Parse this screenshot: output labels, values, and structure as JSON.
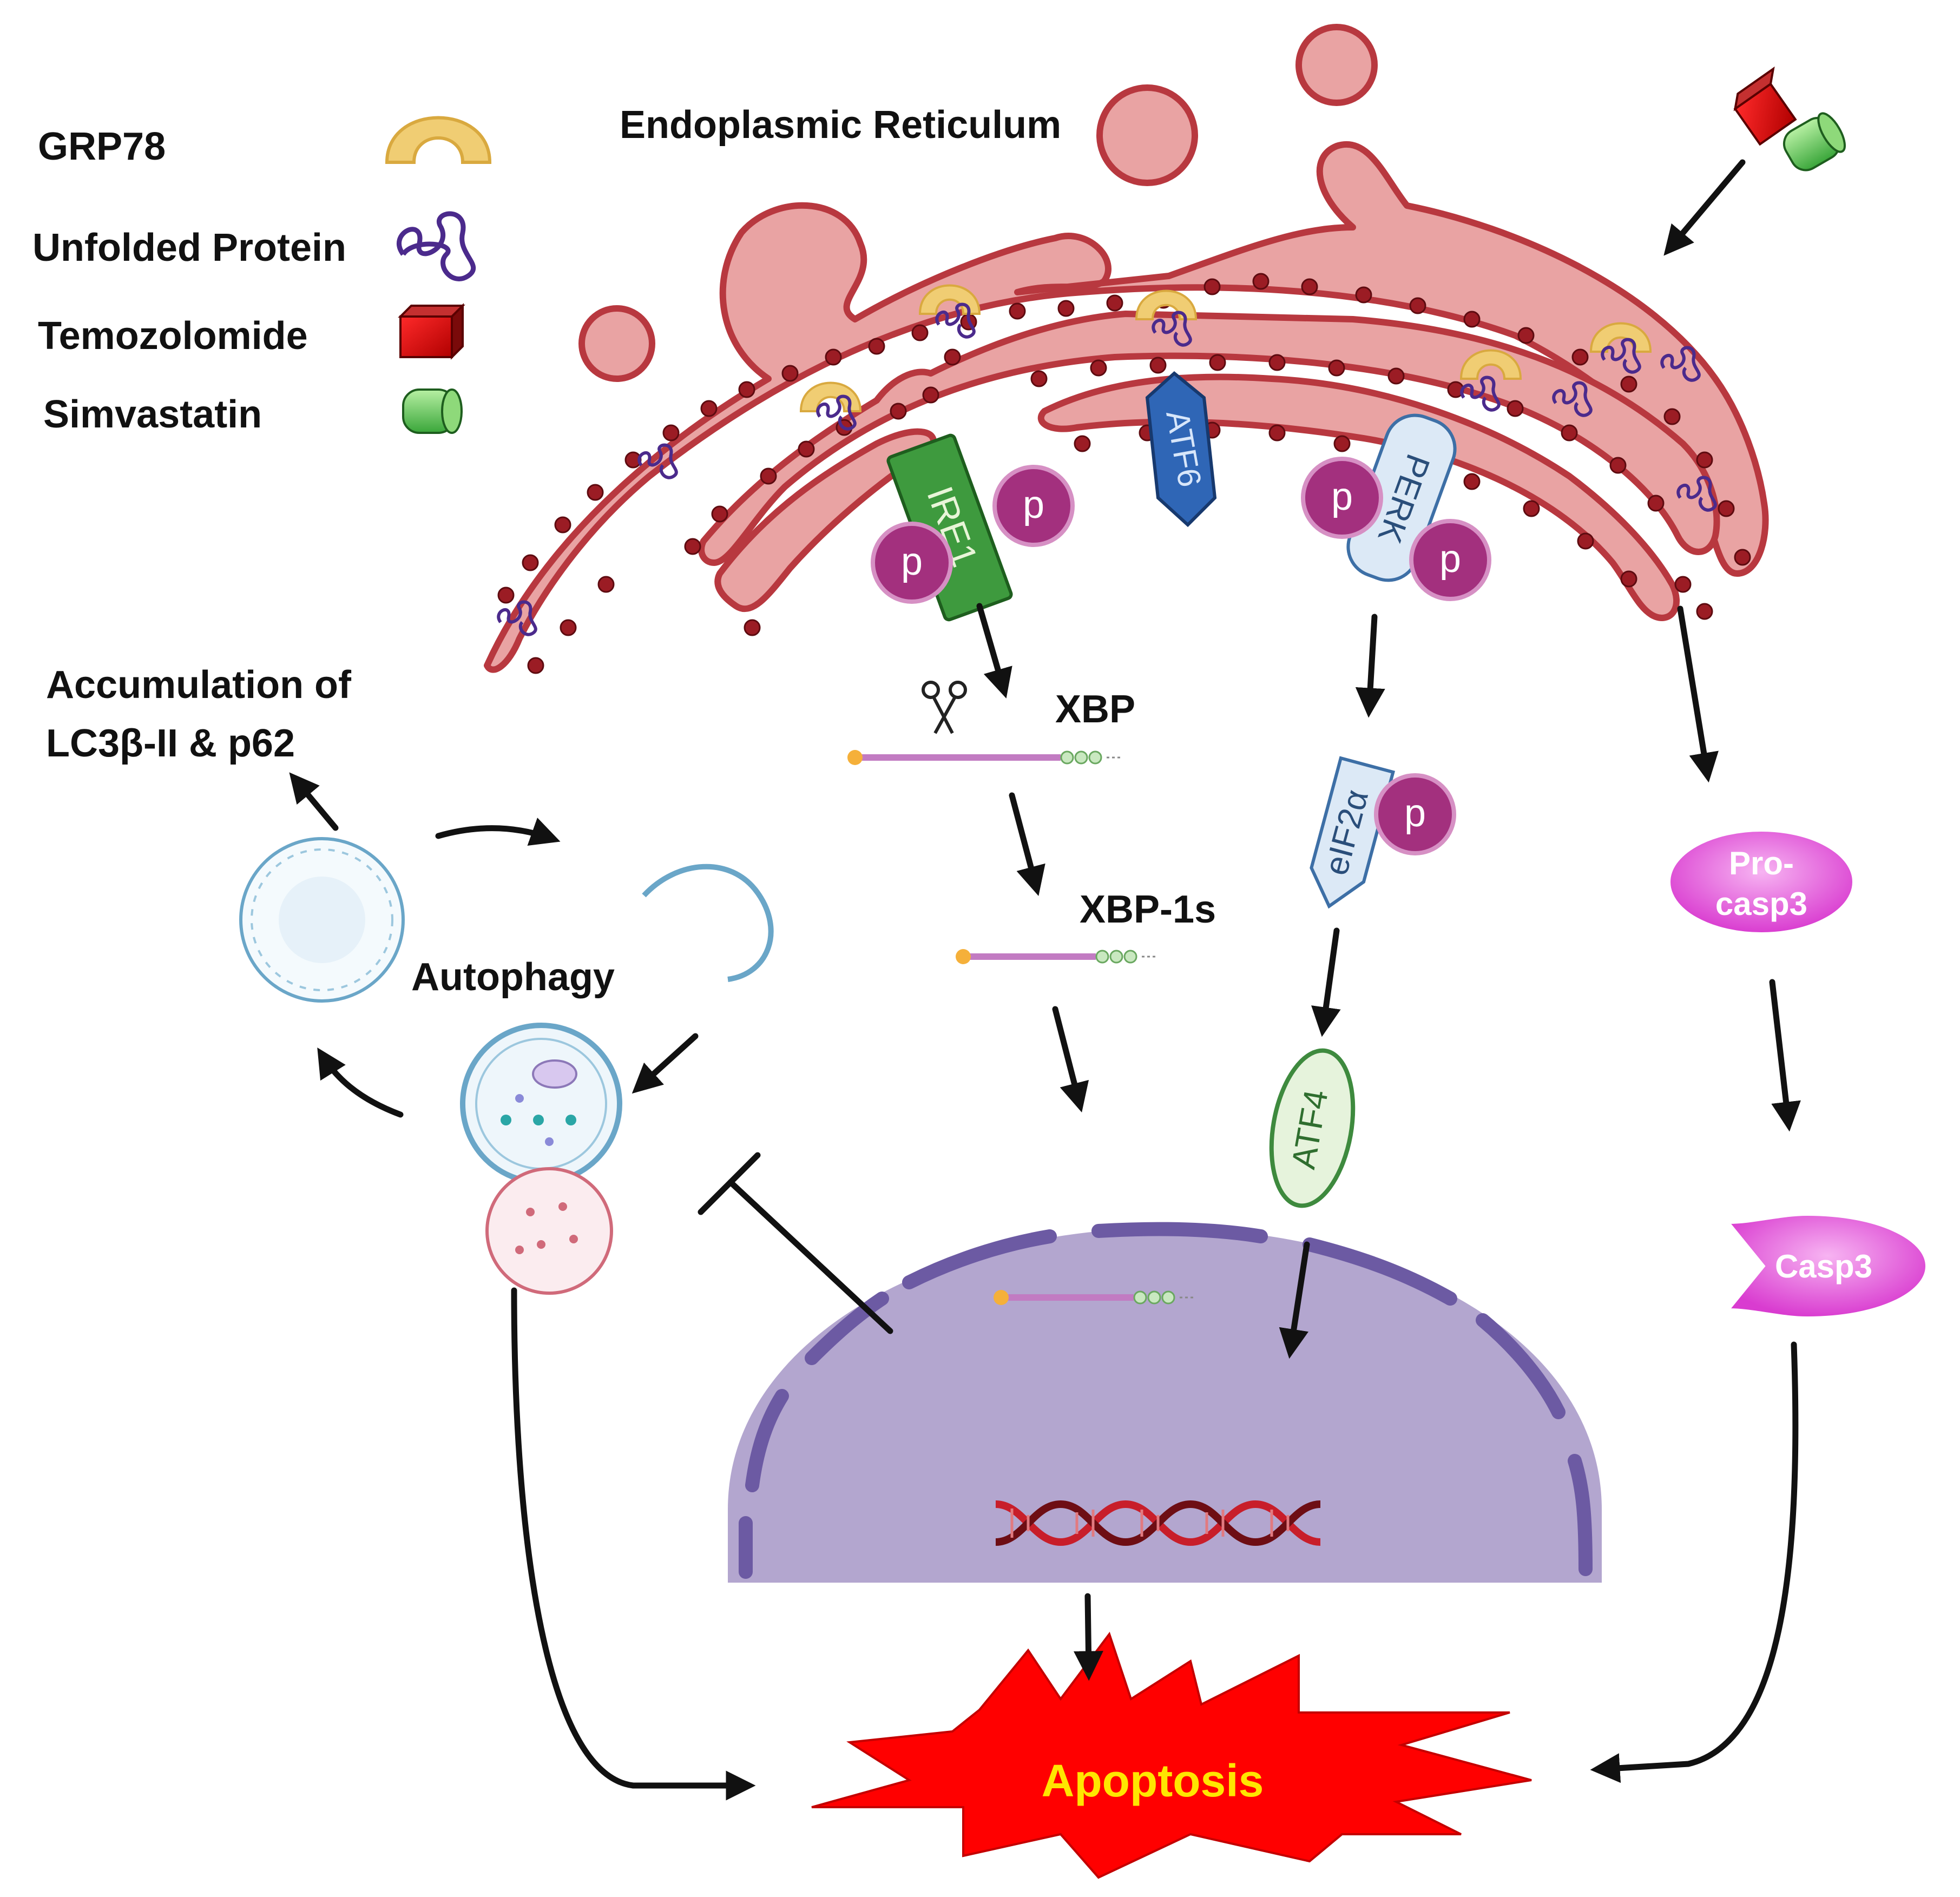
{
  "legend": {
    "grp78": "GRP78",
    "unfolded_protein": "Unfolded Protein",
    "temozolomide": "Temozolomide",
    "simvastatin": "Simvastatin"
  },
  "labels": {
    "er": "Endoplasmic Reticulum",
    "xbp": "XBP",
    "xbp1s": "XBP-1s",
    "autophagy": "Autophagy",
    "accumulation_line1": "Accumulation of",
    "accumulation_line2": "LC3β-II & p62",
    "apoptosis": "Apoptosis"
  },
  "proteins": {
    "ire1": "IRE1",
    "atf6": "ATF6",
    "perk": "PERK",
    "phospho": "p",
    "eif2a": "eIF2α",
    "atf4": "ATF4",
    "pro_casp3_line1": "Pro-",
    "pro_casp3_line2": "casp3",
    "casp3": "Casp3"
  },
  "colors": {
    "er_fill": "#e9a3a3",
    "er_stroke": "#b8383f",
    "ribosome": "#9b1c24",
    "nucleus_fill": "#b3a6cf",
    "nucleus_rim": "#6c5aa3",
    "grp78": "#f0cd73",
    "unfolded_protein": "#4b2a8c",
    "ire1": "#3e9a3e",
    "atf6": "#2f66b6",
    "perk": "#dce9f6",
    "phospho": "#a3307e",
    "casp": "#e85de0",
    "apoptosis_fill": "#ff0000",
    "apoptosis_text": "#ffe600"
  }
}
